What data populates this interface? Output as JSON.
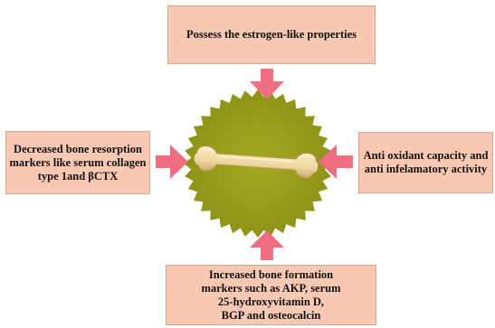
{
  "colors": {
    "box_fill": "#f9c8b2",
    "arrow": "#ef6e82",
    "burst": "#9fa520",
    "bone": "#f0dca8"
  },
  "center_icon": "bone-icon",
  "boxes": {
    "top": "Possess the estrogen-like properties",
    "left": "Decreased bone resorption\nmarkers like serum collagen\ntype 1and βCTX",
    "right": "Anti oxidant capacity and\nanti infelamatory activity",
    "bottom": "Increased bone formation\nmarkers such as AKP, serum\n25-hydroxyvitamin D,\nBGP and osteocalcin"
  }
}
